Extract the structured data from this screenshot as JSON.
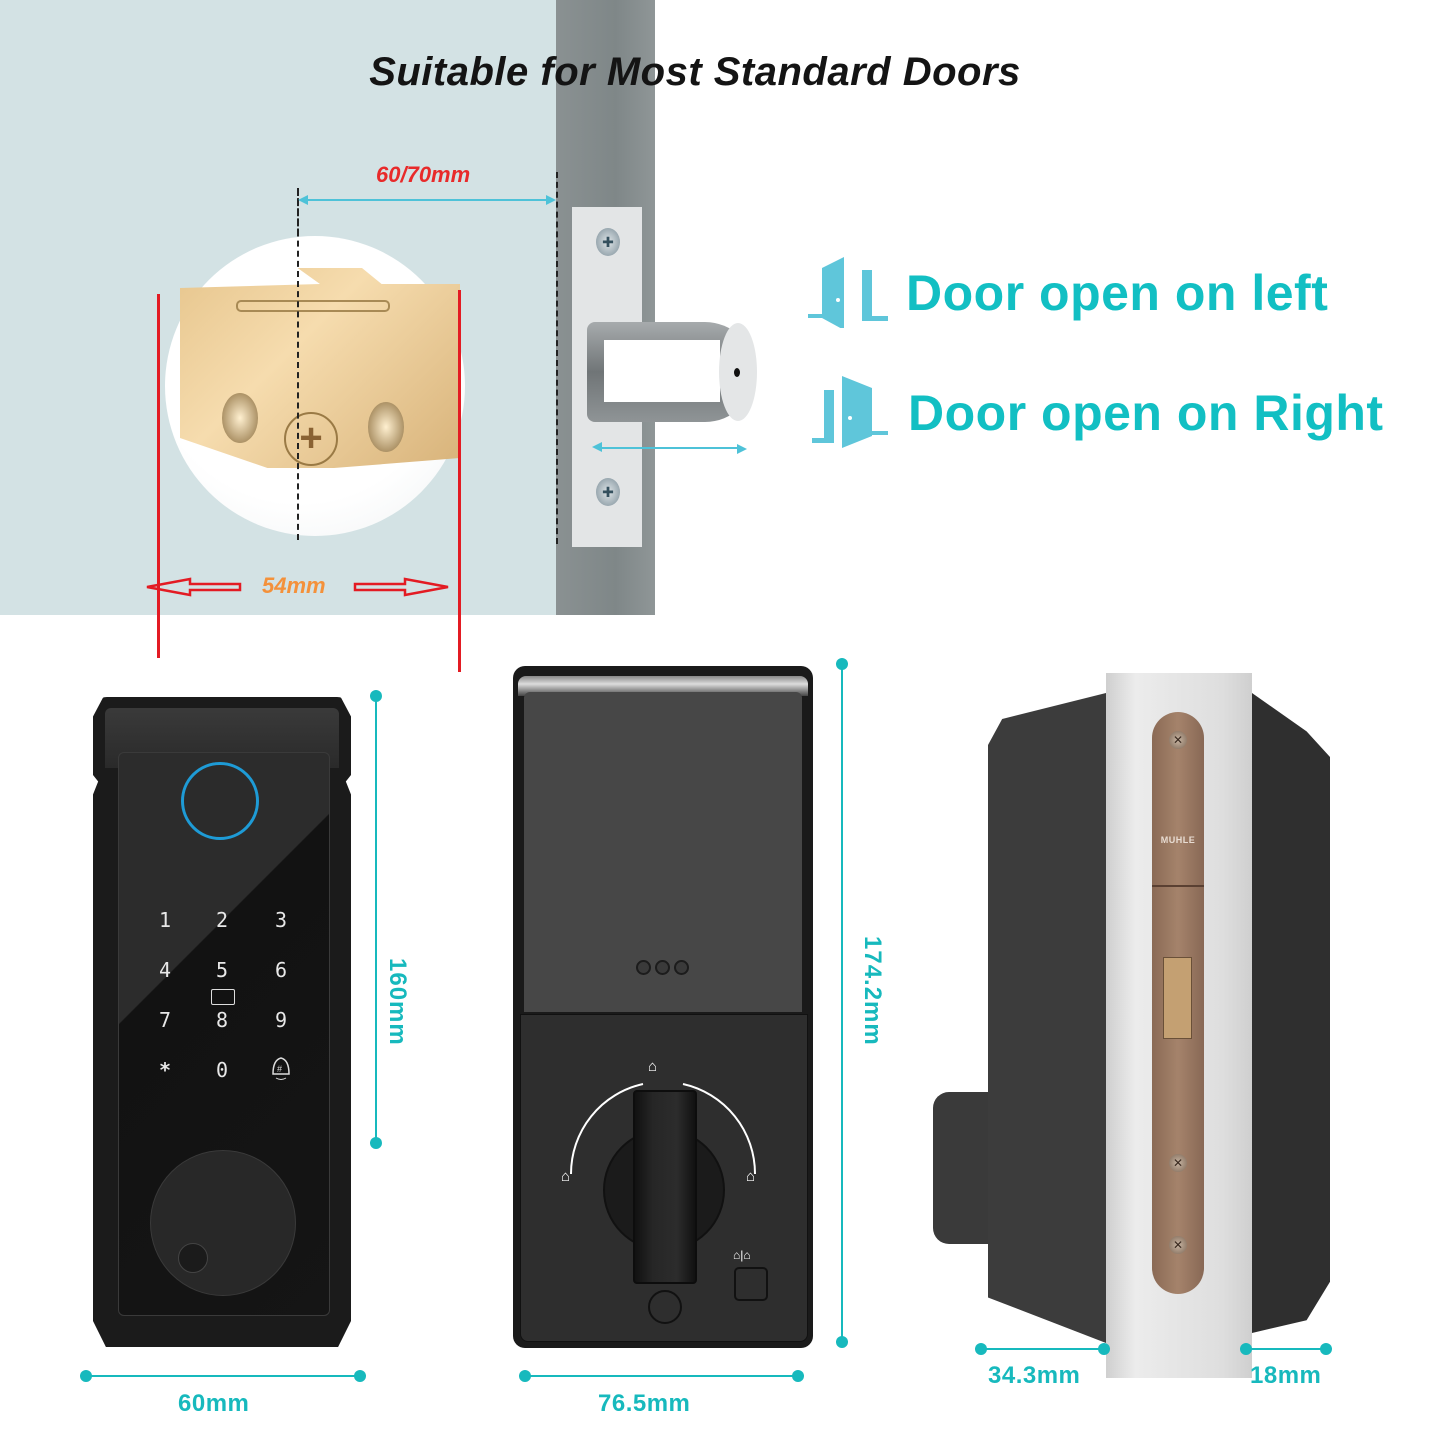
{
  "headline": "Suitable for Most Standard Doors",
  "top_diagram": {
    "backset_label": "60/70mm",
    "thickness_label": "54mm",
    "colors": {
      "backset_text": "#e82a2a",
      "thickness_text": "#f4913a",
      "arrow_red": "#e31b23",
      "arrow_cyan": "#4ec2d8",
      "door_face": "#d3e2e4",
      "door_edge": "#7f8788"
    },
    "icons": [
      "adjustable-latch-icon",
      "strike-bolt-icon"
    ]
  },
  "door_orientation": [
    {
      "label": "Door open on left",
      "icon": "door-open-left-icon"
    },
    {
      "label": "Door open on Right",
      "icon": "door-open-right-icon"
    }
  ],
  "front_view": {
    "height_label": "160mm",
    "width_label": "60mm",
    "keypad": [
      "1",
      "2",
      "3",
      "4",
      "5",
      "6",
      "7",
      "8",
      "9",
      "*",
      "0",
      "#"
    ],
    "icons": [
      "fingerprint-sensor-icon",
      "card-reader-icon",
      "doorbell-icon",
      "key-cylinder-icon"
    ]
  },
  "back_view": {
    "height_label": "174.2mm",
    "width_label": "76.5mm",
    "icons": [
      "indicator-dots-icon",
      "unlock-icon",
      "lock-left-icon",
      "lock-right-icon",
      "thumb-turn-icon",
      "lock-unlock-toggle-icon",
      "reset-button-icon",
      "battery-cover-icon"
    ],
    "toggle_label": "⌂|⌂"
  },
  "side_view": {
    "brand_stamp": "MUHLE",
    "exterior_depth_label": "34.3mm",
    "interior_depth_label": "18mm"
  },
  "accent_color": "#17b9bd"
}
